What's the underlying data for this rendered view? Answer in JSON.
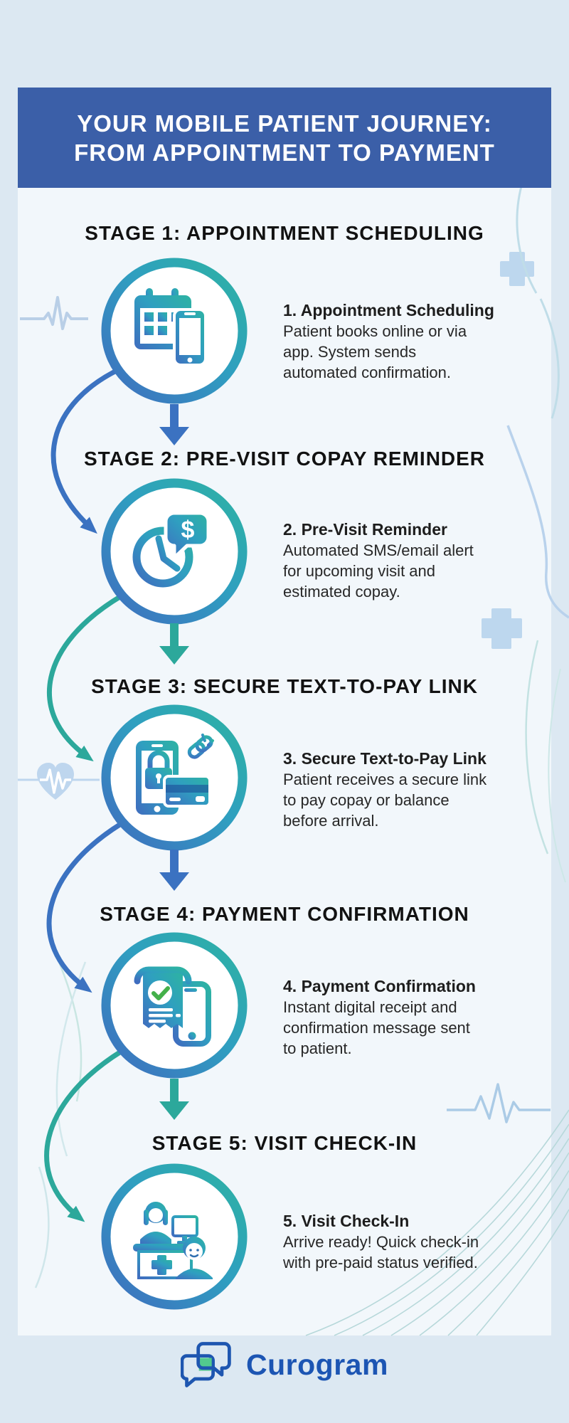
{
  "header": {
    "line1": "YOUR MOBILE PATIENT JOURNEY:",
    "line2": "FROM APPOINTMENT TO PAYMENT"
  },
  "stages": [
    {
      "heading": "STAGE 1: APPOINTMENT SCHEDULING",
      "icon": "calendar-smartphone-icon",
      "card_title": "1. Appointment Scheduling",
      "lines": [
        "Patient books online or via",
        "app. System sends",
        "automated confirmation."
      ],
      "arrow": "down-arrow-blue"
    },
    {
      "heading": "STAGE 2: PRE-VISIT COPAY REMINDER",
      "icon": "clock-dollar-bubble-icon",
      "card_title": "2. Pre-Visit Reminder",
      "lines": [
        "Automated SMS/email alert",
        "for upcoming visit and",
        "estimated copay."
      ],
      "arrow": "down-arrow-teal"
    },
    {
      "heading": "STAGE 3: SECURE TEXT-TO-PAY LINK",
      "icon": "smartphone-lock-card-link-icon",
      "card_title": "3. Secure Text-to-Pay Link",
      "lines": [
        "Patient receives a secure link",
        "to pay copay or balance",
        "before arrival."
      ],
      "arrow": "down-arrow-blue"
    },
    {
      "heading": "STAGE 4: PAYMENT CONFIRMATION",
      "icon": "receipt-check-smartphone-icon",
      "card_title": "4. Payment Confirmation",
      "lines": [
        "Instant digital receipt and",
        "confirmation message sent",
        "to patient."
      ],
      "arrow": "down-arrow-teal"
    },
    {
      "heading": "STAGE 5: VISIT CHECK-IN",
      "icon": "reception-desk-checkin-icon",
      "card_title": "5. Visit Check-In",
      "lines": [
        "Arrive ready! Quick check-in",
        "with pre-paid status verified."
      ],
      "arrow": null
    }
  ],
  "glyphs": {
    "dollar": "$"
  },
  "footer": {
    "brand": "Curogram",
    "logo": "chat-bubbles-icon"
  },
  "decorations": [
    "ekg-pulse-line",
    "medical-cross",
    "heart-pulse",
    "curved-flow-lines",
    "line-fan"
  ],
  "colors": {
    "page_background": "#dce8f2",
    "card_background": "#f2f7fb",
    "banner_background": "#3b5fa8",
    "banner_text": "#ffffff",
    "heading_text": "#121212",
    "body_text": "#272727",
    "flow_blue": "#3b72c1",
    "flow_teal": "#2ca89b",
    "ring_gradient_start": "#3f6dbf",
    "ring_gradient_mid": "#2f9fc0",
    "ring_gradient_end": "#2db3a2",
    "check_green": "#44b04a",
    "decor_light_blue": "#bdd7ee",
    "decor_light_teal": "#c0dde8",
    "brand_blue": "#1c55b3",
    "brand_green": "#52c98e"
  }
}
